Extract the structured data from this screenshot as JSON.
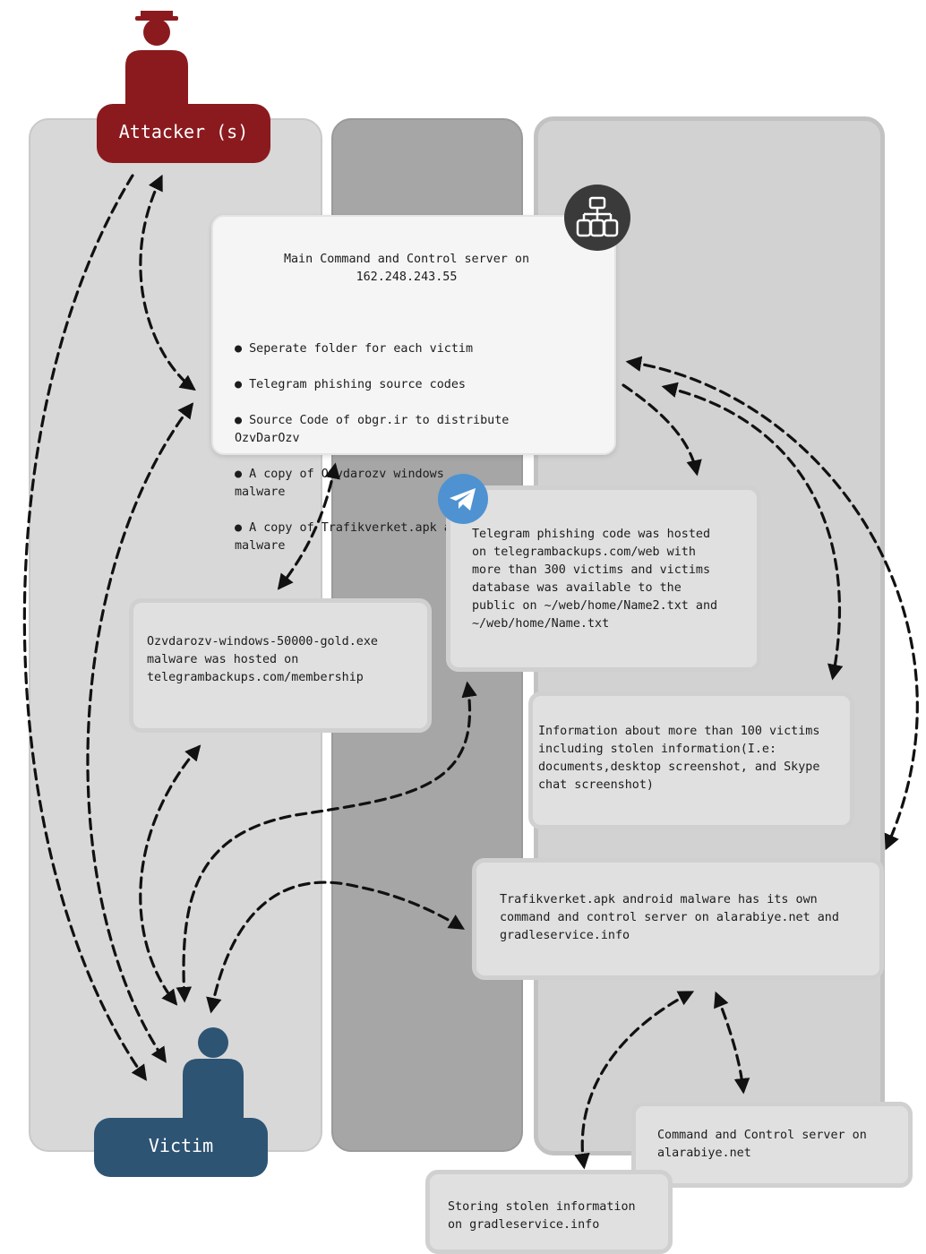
{
  "actors": {
    "attacker_label": "Attacker (s)",
    "victim_label": "Victim"
  },
  "main_server": {
    "title": "Main Command and Control server on\n162.248.243.55",
    "bullets": [
      "Seperate folder for each victim",
      "Telegram phishing source codes",
      "Source Code of obgr.ir to distribute\nOzvDarOzv",
      "A copy of Ozvdarozv windows\nmalware",
      "A copy of Trafikverket.apk android\nmalware"
    ]
  },
  "boxes": {
    "ozvdarozv": "Ozvdarozv-windows-50000-gold.exe\nmalware was hosted on\ntelegrambackups.com/membership",
    "telegram": "Telegram phishing code was hosted\non telegrambackups.com/web with\nmore than 300 victims and victims\ndatabase was available to the\npublic on ~/web/home/Name2.txt and\n~/web/home/Name.txt",
    "info": "Information about more than 100 victims\nincluding stolen information(I.e:\ndocuments,desktop screenshot, and Skype\nchat screenshot)",
    "apk": "Trafikverket.apk android malware has its own\ncommand and control server on alarabiye.net and\ngradleservice.info",
    "cc_alarabiye": "Command and Control server on\nalarabiye.net",
    "storing": "Storing stolen information\non gradleservice.info"
  },
  "colors": {
    "attacker": "#8b1a1e",
    "victim": "#2e5474",
    "telegram": "#4f92d2",
    "server_icon": "#3a3a3a"
  },
  "icons": {
    "attacker": "attacker-person-icon",
    "victim": "victim-person-icon",
    "server": "network-server-icon",
    "telegram": "telegram-icon"
  }
}
